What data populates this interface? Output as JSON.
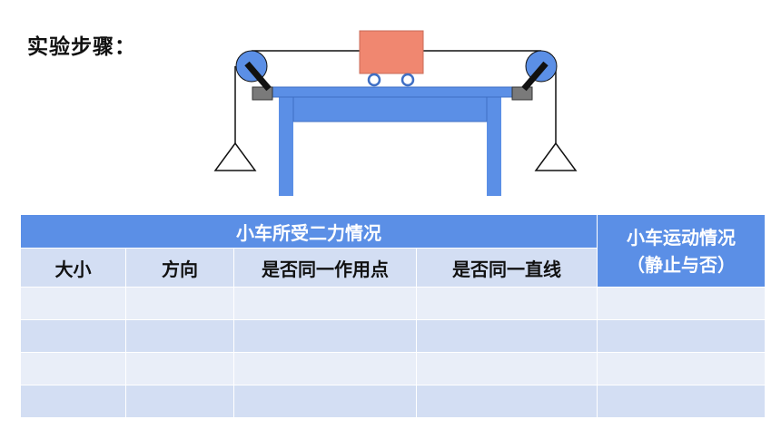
{
  "heading": "实验步骤：",
  "apparatus": {
    "colors": {
      "table": "#5b8fe6",
      "cart": "#f08770",
      "pulley": "#5b8fe6",
      "string": "#111111"
    }
  },
  "table": {
    "group_header": "小车所受二力情况",
    "side_header_line1": "小车运动情况",
    "side_header_line2": "（静止与否）",
    "columns": [
      "大小",
      "方向",
      "是否同一作用点",
      "是否同一直线"
    ],
    "rows": [
      [
        "",
        "",
        "",
        "",
        ""
      ],
      [
        "",
        "",
        "",
        "",
        ""
      ],
      [
        "",
        "",
        "",
        "",
        ""
      ],
      [
        "",
        "",
        "",
        "",
        ""
      ]
    ],
    "colors": {
      "header": "#5b8fe6",
      "subheader": "#d3def3",
      "row_light": "#e9eef8",
      "row_dark": "#d3def3"
    }
  }
}
